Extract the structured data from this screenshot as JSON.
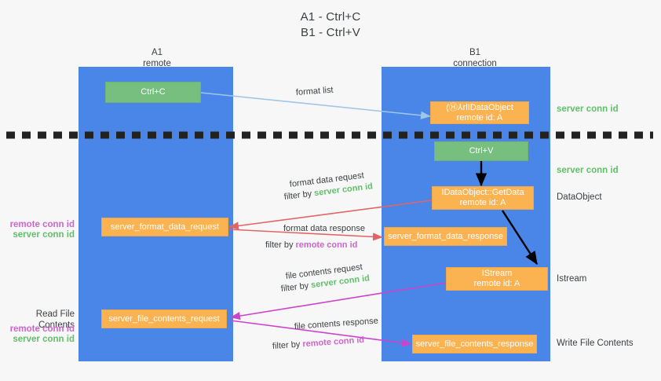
{
  "title": {
    "line1": "A1 - Ctrl+C",
    "line2": "B1 - Ctrl+V"
  },
  "columns": [
    {
      "name": "A1",
      "sub": "remote"
    },
    {
      "name": "B1",
      "sub": "connection"
    }
  ],
  "colors": {
    "lane": "#4a86e8",
    "green_box": "#76bf7f",
    "orange_box": "#fbb251",
    "server_conn_text": "#62c06b",
    "remote_conn_text": "#cc66cc",
    "arrow_blue": "#9fc5e8",
    "arrow_red": "#e06666",
    "arrow_magenta": "#cc44cc",
    "arrow_black": "#000000",
    "background": "#f7f7f7",
    "text": "#3c4043"
  },
  "boxes": {
    "ctrl_c": {
      "line1": "Ctrl+C",
      "line2": ""
    },
    "idataobject": {
      "line1": "(Ⓗ⅄rlIDataObject",
      "line2": "remote id: A"
    },
    "ctrl_v": {
      "line1": "Ctrl+V",
      "line2": ""
    },
    "getdata": {
      "line1": "IDataObject::GetData",
      "line2": "remote id: A"
    },
    "format_data_request": {
      "line1": "server_format_data_request",
      "line2": ""
    },
    "format_data_response": {
      "line1": "server_format_data_response",
      "line2": ""
    },
    "istream": {
      "line1": "IStream",
      "line2": "remote id: A"
    },
    "file_contents_request": {
      "line1": "server_file_contents_request",
      "line2": ""
    },
    "file_contents_response": {
      "line1": "server_file_contents_response",
      "line2": ""
    }
  },
  "captions": {
    "format_list": "format list",
    "format_data_request": "format data request",
    "format_data_request_filter_prefix": "filter by ",
    "format_data_request_filter_value": "server conn id",
    "format_data_response": "format data response",
    "format_data_response_filter_prefix": "filter by ",
    "format_data_response_filter_value": "remote conn id",
    "file_contents_request": "file contents request",
    "file_contents_request_filter_prefix": "filter by ",
    "file_contents_request_filter_value": "server conn id",
    "file_contents_response": "file contents response",
    "file_contents_response_filter_prefix": "filter by ",
    "file_contents_response_filter_value": "remote conn id"
  },
  "right_labels": {
    "server_conn_id_top": "server conn id",
    "server_conn_id_mid": "server conn id",
    "dataobject": "DataObject",
    "istream": "Istream",
    "write_file_contents": "Write File Contents"
  },
  "left_labels": {
    "remote_conn_id_1": "remote conn id",
    "server_conn_id_1": "server conn id",
    "read_file_contents": "Read File Contents",
    "remote_conn_id_2": "remote conn id",
    "server_conn_id_2": "server conn id"
  }
}
